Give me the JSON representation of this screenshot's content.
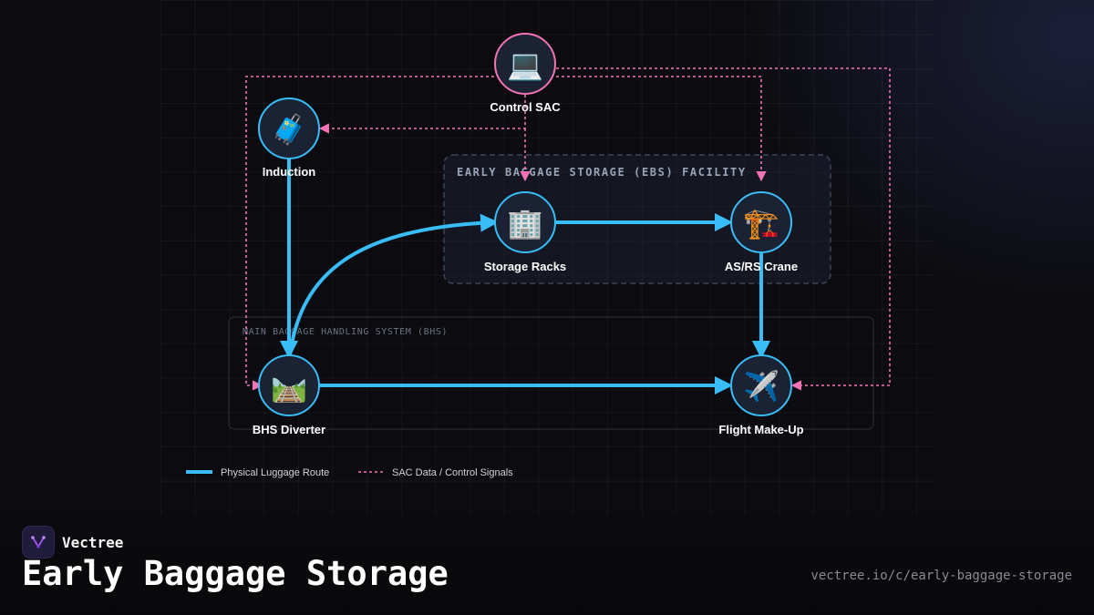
{
  "zones": {
    "ebs_label": "EARLY BAGGAGE STORAGE (EBS) FACILITY",
    "bhs_label": "MAIN BAGGAGE HANDLING SYSTEM (BHS)"
  },
  "nodes": {
    "control_sac": {
      "label": "Control SAC",
      "icon": "laptop-icon",
      "glyph": "💻"
    },
    "induction": {
      "label": "Induction",
      "icon": "luggage-icon",
      "glyph": "🧳"
    },
    "storage_racks": {
      "label": "Storage Racks",
      "icon": "building-icon",
      "glyph": "🏢"
    },
    "asrs_crane": {
      "label": "AS/RS Crane",
      "icon": "crane-icon",
      "glyph": "🏗️"
    },
    "bhs_diverter": {
      "label": "BHS Diverter",
      "icon": "railway-track-icon",
      "glyph": "🛤️"
    },
    "flight_makeup": {
      "label": "Flight Make-Up",
      "icon": "airplane-icon",
      "glyph": "✈️"
    }
  },
  "legend": {
    "physical": "Physical Luggage Route",
    "signals": "SAC Data / Control Signals"
  },
  "colors": {
    "physical_route": "#38bdf8",
    "control_signal": "#f472b6",
    "control_node_border": "#f472b6",
    "node_border": "#38bdf8",
    "node_fill": "#1a2233"
  },
  "footer": {
    "brand": "Vectree",
    "title": "Early Baggage Storage",
    "url": "vectree.io/c/early-baggage-storage"
  }
}
